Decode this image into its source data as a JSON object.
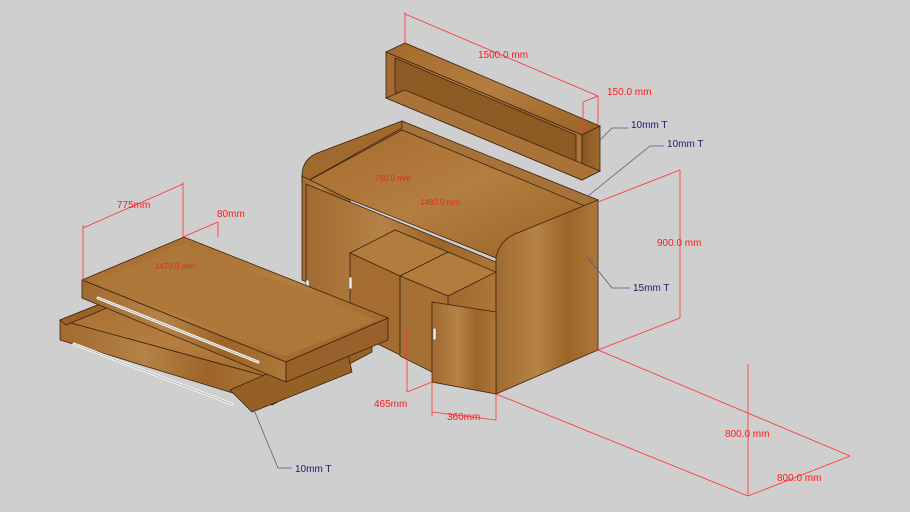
{
  "canvas": {
    "background": "#cfcfcf",
    "wood_light": "#b07a3a",
    "wood_mid": "#9a6428",
    "wood_dark": "#7a4c1e",
    "dimension_color": "#ff1a1a",
    "note_color": "#1c1c6e"
  },
  "dimensions": {
    "shelf_length": "1500.0 mm",
    "shelf_depth": "150.0 mm",
    "cabinet_height": "900.0 mm",
    "cabinet_depth": "800.0 mm",
    "cabinet_width_floor": "800.0 mm",
    "bed_depth": "775mm",
    "bed_rim_height": "80mm",
    "bed_length_inner": "1470.0 mm",
    "top_inner_width": "760.0 mm",
    "top_inner_length": "1480.0 mm",
    "door_height": "465mm",
    "door_width": "360mm"
  },
  "notes": {
    "shelf_thickness": "10mm T",
    "top_thickness": "10mm T",
    "side_thickness": "15mm T",
    "drawer_thickness": "10mm T"
  }
}
